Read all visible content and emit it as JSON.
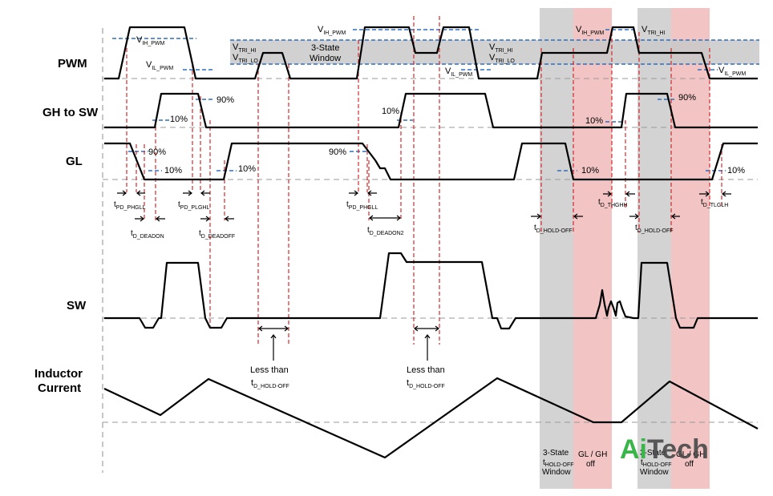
{
  "rows": {
    "pwm": "PWM",
    "gh": "GH to SW",
    "gl": "GL",
    "sw": "SW",
    "inductor_1": "Inductor",
    "inductor_2": "Current"
  },
  "labels": {
    "v": "V",
    "vih_sub": "IH_PWM",
    "vil_sub": "IL_PWM",
    "vtrihi_sub": "TRI_HI",
    "vtrilo_sub": "TRI_LO",
    "window_1": "3-State",
    "window_2": "Window",
    "pct90": "90%",
    "pct10": "10%",
    "t": "t",
    "pd_phgll": "PD_PHGLL",
    "pd_plghl": "PD_PLGHL",
    "d_deadon": "D_DEADON",
    "d_deadoff": "D_DEADOFF",
    "d_deadon2": "D_DEADON2",
    "d_holdoff": "D_HOLD-OFF",
    "d_thghh": "D_THGHH",
    "d_tlglh": "D_TLGLH",
    "less_than": "Less than",
    "holdoff_sub": "HOLD-OFF",
    "band_3state": "3-State",
    "band_window": "Window",
    "band_gl_gh": "GL / GH",
    "band_off": "off"
  },
  "logo": {
    "part1": "Ai",
    "part2": "Tech"
  },
  "colors": {
    "gray_band": "#d3d3d3",
    "pink_band": "#f2c4c4",
    "blue_threshold": "#2f6fbf",
    "red_marker": "#d42a2a",
    "logo_green": "#3ab54a"
  }
}
